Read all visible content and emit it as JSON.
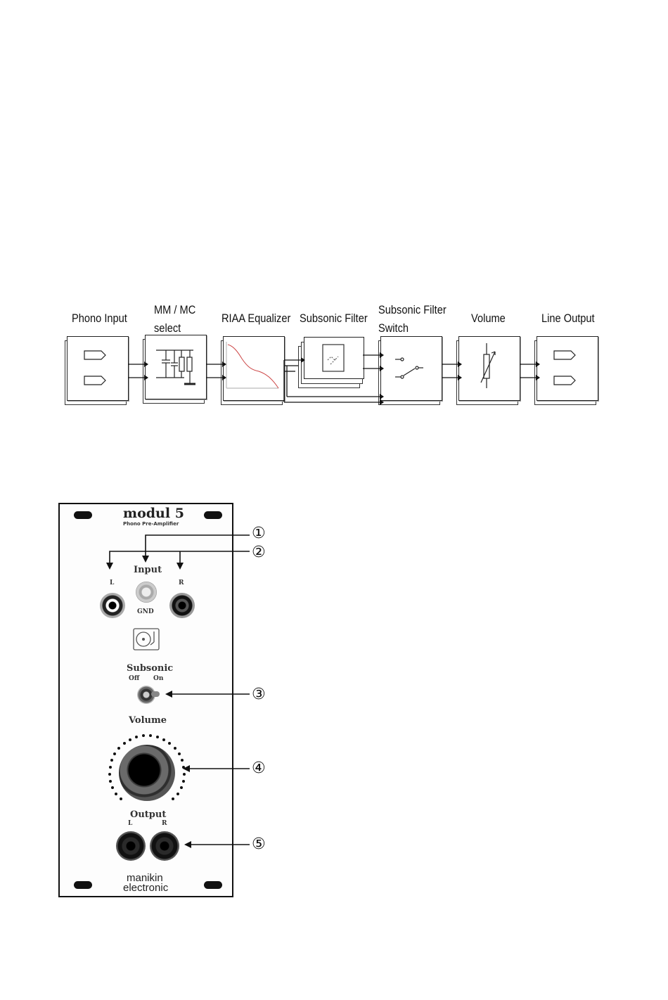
{
  "block_diagram": {
    "blocks": [
      {
        "label_lines": [
          "Phono Input"
        ]
      },
      {
        "label_lines": [
          "MM / MC",
          "select"
        ]
      },
      {
        "label_lines": [
          "RIAA Equalizer"
        ]
      },
      {
        "label_lines": [
          "Subsonic Filter"
        ]
      },
      {
        "label_lines": [
          "Subsonic Filter",
          "Switch"
        ]
      },
      {
        "label_lines": [
          "Volume"
        ]
      },
      {
        "label_lines": [
          "Line Output"
        ]
      }
    ]
  },
  "panel": {
    "brand_logo": "modul 5",
    "subtitle": "Phono Pre-Amplifier",
    "input_label": "Input",
    "left_label": "L",
    "right_label": "R",
    "gnd_label": "GND",
    "subsonic_label": "Subsonic",
    "off_label": "Off",
    "on_label": "On",
    "volume_label": "Volume",
    "output_label": "Output",
    "out_left_label": "L",
    "out_right_label": "R",
    "maker_line1": "manikin",
    "maker_line2": "electronic"
  },
  "callouts": [
    "①",
    "②",
    "③",
    "④",
    "⑤"
  ]
}
